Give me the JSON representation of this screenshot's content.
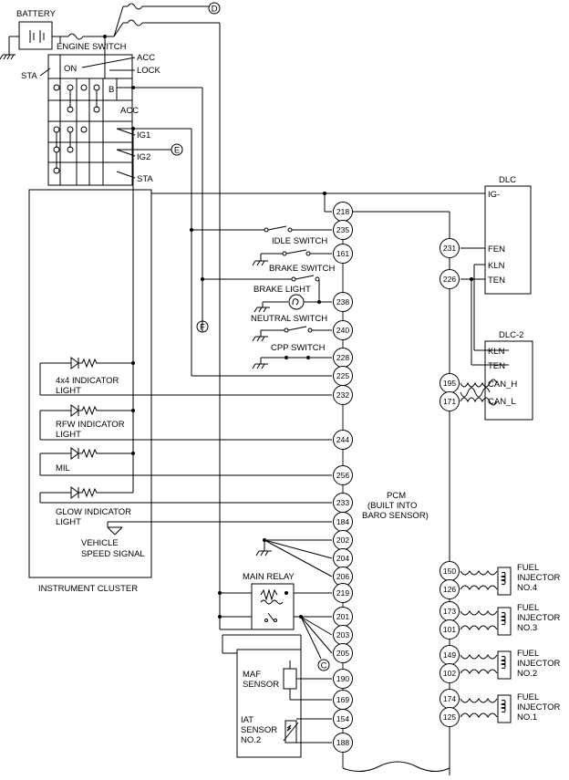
{
  "labels": {
    "battery": "BATTERY",
    "engine_switch": "ENGINE SWITCH",
    "sta_left": "STA",
    "on": "ON",
    "acc_top": "ACC",
    "lock": "LOCK",
    "b": "B",
    "acc": "ACC",
    "ig1": "IG1",
    "ig2": "IG2",
    "sta": "STA",
    "dlc": "DLC",
    "dlc_ig": "IG-",
    "fen": "FEN",
    "kln": "KLN",
    "ten": "TEN",
    "dlc2": "DLC-2",
    "kln2": "KLN",
    "ten2": "TEN",
    "can_h": "CAN_H",
    "can_l": "CAN_L",
    "idle_switch": "IDLE SWITCH",
    "brake_switch": "BRAKE SWITCH",
    "brake_light": "BRAKE LIGHT",
    "neutral_switch": "NEUTRAL SWITCH",
    "cpp_switch": "CPP SWITCH",
    "ind_4x4_1": "4x4 INDICATOR",
    "ind_4x4_2": "LIGHT",
    "rfw_1": "RFW INDICATOR",
    "rfw_2": "LIGHT",
    "mil": "MIL",
    "glow_1": "GLOW INDICATOR",
    "glow_2": "LIGHT",
    "vss_1": "VEHICLE",
    "vss_2": "SPEED SIGNAL",
    "instrument_cluster": "INSTRUMENT CLUSTER",
    "pcm_1": "PCM",
    "pcm_2": "(BUILT INTO",
    "pcm_3": "BARO SENSOR)",
    "main_relay": "MAIN RELAY",
    "maf_1": "MAF",
    "maf_2": "SENSOR",
    "iat_1": "IAT",
    "iat_2": "SENSOR",
    "iat_3": "NO.2",
    "inj4_1": "FUEL",
    "inj4_2": "INJECTOR",
    "inj4_3": "NO.4",
    "inj3_1": "FUEL",
    "inj3_2": "INJECTOR",
    "inj3_3": "NO.3",
    "inj2_1": "FUEL",
    "inj2_2": "INJECTOR",
    "inj2_3": "NO.2",
    "inj1_1": "FUEL",
    "inj1_2": "INJECTOR",
    "inj1_3": "NO.1"
  },
  "connectors": {
    "d": "D",
    "e": "E",
    "f": "F",
    "c": "C"
  },
  "pins_left": [
    "218",
    "235",
    "161",
    "238",
    "240",
    "228",
    "225",
    "232",
    "244",
    "256",
    "233",
    "184",
    "202",
    "204",
    "206",
    "219",
    "201",
    "203",
    "205",
    "190",
    "169",
    "154",
    "188"
  ],
  "pins_right": [
    "231",
    "226",
    "195",
    "171",
    "150",
    "126",
    "173",
    "101",
    "149",
    "102",
    "174",
    "125"
  ]
}
